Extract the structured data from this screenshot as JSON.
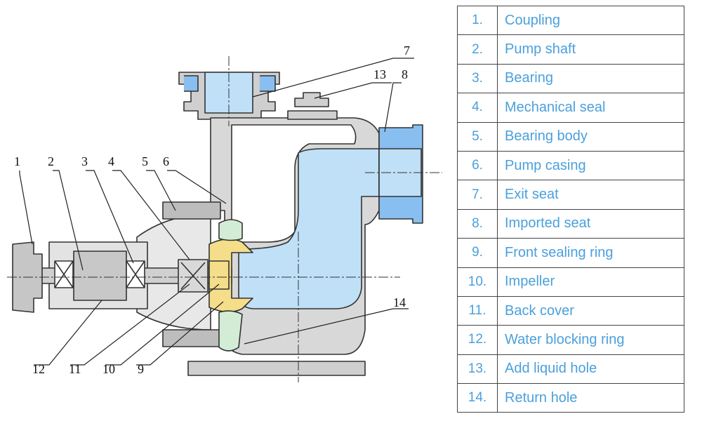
{
  "callouts": [
    "1",
    "2",
    "3",
    "4",
    "5",
    "6",
    "7",
    "8",
    "9",
    "10",
    "11",
    "12",
    "13",
    "14"
  ],
  "parts": [
    {
      "number": "1.",
      "name": "Coupling"
    },
    {
      "number": "2.",
      "name": "Pump shaft"
    },
    {
      "number": "3.",
      "name": "Bearing"
    },
    {
      "number": "4.",
      "name": "Mechanical seal"
    },
    {
      "number": "5.",
      "name": "Bearing body"
    },
    {
      "number": "6.",
      "name": "Pump casing"
    },
    {
      "number": "7.",
      "name": "Exit seat"
    },
    {
      "number": "8.",
      "name": "Imported seat"
    },
    {
      "number": "9.",
      "name": "Front sealing ring"
    },
    {
      "number": "10.",
      "name": "Impeller"
    },
    {
      "number": "11.",
      "name": "Back cover"
    },
    {
      "number": "12.",
      "name": "Water blocking ring"
    },
    {
      "number": "13.",
      "name": "Add liquid hole"
    },
    {
      "number": "14.",
      "name": "Return hole"
    }
  ],
  "colors": {
    "label_text": "#4ba0dc",
    "water": "#bfe0f7",
    "flange": "#88bff0",
    "metal": "#d4d4d4",
    "impeller": "#f5de8a",
    "seal_ring": "#d3ecd6",
    "outline": "#333333"
  }
}
